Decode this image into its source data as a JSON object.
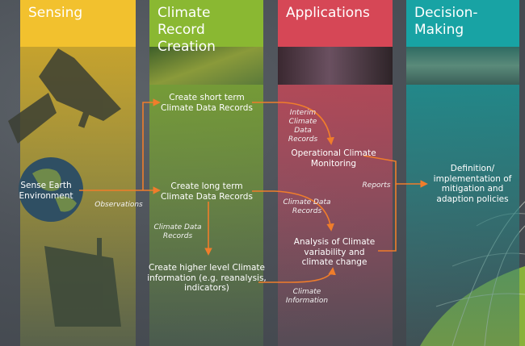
{
  "columns": [
    {
      "title": "Sensing",
      "color": "#f2c12e"
    },
    {
      "title": "Climate Record Creation",
      "color": "#8ab832"
    },
    {
      "title": "Applications",
      "color": "#d64756"
    },
    {
      "title": "Decision-Making",
      "color": "#18a3a4"
    }
  ],
  "nodes": {
    "sense": "Sense Earth Environment",
    "short_term": "Create short term Climate Data Records",
    "long_term": "Create long term Climate Data Records",
    "higher_level": "Create higher level Climate information (e.g. reanalysis, indicators)",
    "monitoring": "Operational Climate Monitoring",
    "analysis": "Analysis of Climate variability and climate change",
    "policies": "Definition/ implementation of mitigation and adaption policies"
  },
  "labels": {
    "observations": "Observations",
    "interim": "Interim Climate Data Records",
    "cdr_right": "Climate Data Records",
    "cdr_down": "Climate Data Records",
    "climate_info": "Climate Information",
    "reports": "Reports"
  },
  "colors": {
    "arrow": "#f07d2b",
    "text": "#ffffff"
  }
}
